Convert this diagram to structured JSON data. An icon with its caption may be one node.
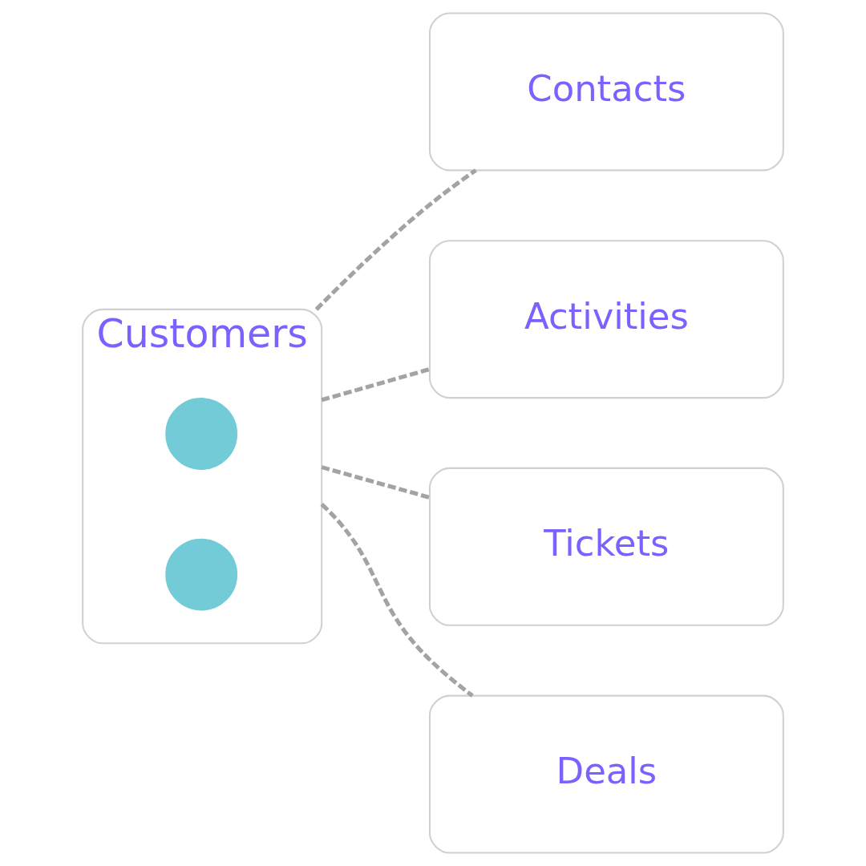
{
  "diagram": {
    "nodes": [
      {
        "text": [
          "Customers"
        ]
      },
      {
        "text": [],
        "shape": "person",
        "in": 0
      },
      {
        "text": [],
        "shape": "person",
        "in": 0
      },
      {
        "text": [
          "Contacts"
        ]
      },
      {
        "text": [
          "Activities"
        ]
      },
      {
        "text": [
          "Tickets"
        ]
      },
      {
        "text": [
          "Deals"
        ]
      }
    ],
    "edges": [
      {
        "from": 0,
        "to": 3,
        "arrow": "none",
        "style": "dashed"
      },
      {
        "from": 0,
        "to": 4,
        "arrow": "none",
        "style": "dashed"
      },
      {
        "from": 0,
        "to": 6,
        "arrow": "none",
        "style": "dashed"
      },
      {
        "from": 0,
        "to": 5,
        "arrow": "none",
        "style": "dashed"
      }
    ]
  }
}
